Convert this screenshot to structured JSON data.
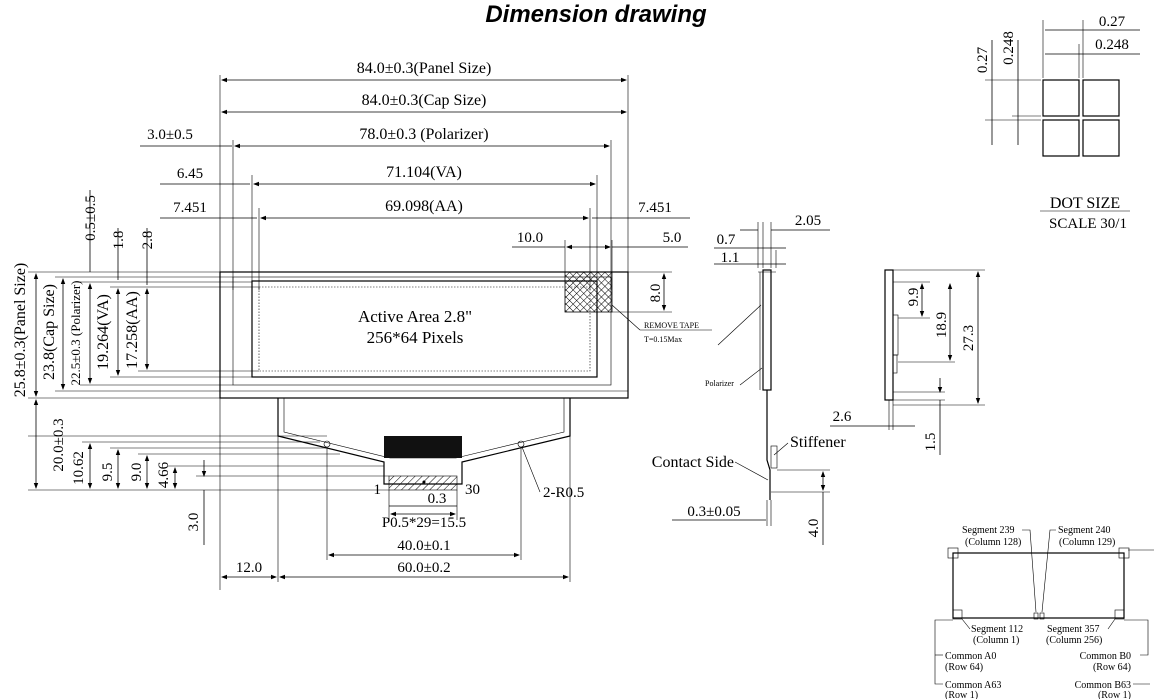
{
  "title": "Dimension drawing",
  "front_view": {
    "panel_size": "84.0±0.3(Panel Size)",
    "cap_size": "84.0±0.3(Cap Size)",
    "polarizer": "78.0±0.3 (Polarizer)",
    "polarizer_offset": "3.0±0.5",
    "va_offset": "6.45",
    "va_width": "71.104(VA)",
    "aa_offset_left": "7.451",
    "aa_width": "69.098(AA)",
    "aa_offset_right": "7.451",
    "tape_width": "10.0",
    "tape_offset": "5.0",
    "tape_height": "8.0",
    "v_0_5": "0.5±0.5",
    "v_1_8": "1.8",
    "v_2_8": "2.8",
    "panel_height": "25.8±0.3(Panel Size)",
    "cap_height": "23.8(Cap Size)",
    "polarizer_height": "22.5±0.3 (Polarizer)",
    "va_height": "19.264(VA)",
    "aa_height": "17.258(AA)",
    "active_area_line1": "Active Area 2.8\"",
    "active_area_line2": "256*64 Pixels",
    "remove_tape": "REMOVE TAPE",
    "tape_thickness": "T=0.15Max",
    "fpc_length": "20.0±0.3",
    "fpc_10_62": "10.62",
    "fpc_9_5": "9.5",
    "fpc_9_0": "9.0",
    "fpc_4_66": "4.66",
    "fpc_3_0": "3.0",
    "pin_first": "1",
    "pin_last": "30",
    "pin_gap": "0.3",
    "pitch": "P0.5*29=15.5",
    "radius": "2-R0.5",
    "hole_spacing": "40.0±0.1",
    "fpc_left": "12.0",
    "fpc_width": "60.0±0.2"
  },
  "side_view": {
    "d_2_05": "2.05",
    "d_0_7": "0.7",
    "d_1_1": "1.1",
    "polarizer_label": "Polarizer",
    "contact_side": "Contact Side",
    "stiffener": "Stiffener",
    "thickness": "0.3±0.05",
    "d_4_0": "4.0"
  },
  "back_view": {
    "d_9_9": "9.9",
    "d_18_9": "18.9",
    "d_27_3": "27.3",
    "d_2_6": "2.6",
    "d_1_5": "1.5"
  },
  "dot_size": {
    "pitch_h": "0.27",
    "dot_h": "0.248",
    "pitch_v": "0.27",
    "dot_v": "0.248",
    "label": "DOT SIZE",
    "scale": "SCALE 30/1"
  },
  "segment_map": {
    "seg239": "Segment 239",
    "col128": "(Column 128)",
    "seg240": "Segment 240",
    "col129": "(Column 129)",
    "seg112": "Segment 112",
    "col1": "(Column 1)",
    "seg357": "Segment 357",
    "col256": "(Column 256)",
    "comA0": "Common A0",
    "row64a": "(Row 64)",
    "comB0": "Common B0",
    "row64b": "(Row 64)",
    "comA63": "Common A63",
    "row1a": "(Row 1)",
    "comB63": "Common B63",
    "row1b": "(Row 1)"
  }
}
